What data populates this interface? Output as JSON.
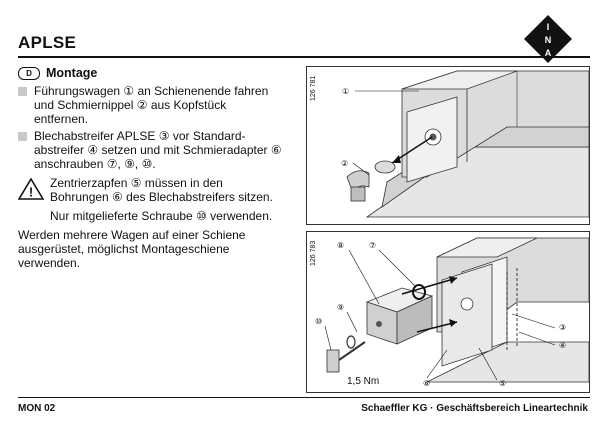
{
  "header": {
    "title": "APLSE",
    "logo_letters": [
      "I",
      "N",
      "A"
    ]
  },
  "section": {
    "lang_code": "D",
    "heading": "Montage"
  },
  "steps": [
    "Führungswagen ① an Schienenende fahren\nund Schmiernippel ② aus Kopfstück\nentfernen.",
    "Blechabstreifer APLSE ③ vor Standard-\nabstreifer ④ setzen und mit Schmieradapter ⑥\nanschrauben ⑦, ⑨, ⑩."
  ],
  "warning": {
    "text": "Zentrierzapfen ⑤ müssen in den\nBohrungen ⑥ des Blechabstreifers sitzen.",
    "note": "Nur mitgelieferte Schraube ⑩ verwenden."
  },
  "paragraph": "Werden mehrere Wagen auf einer Schiene\nausgerüstet, möglichst Montageschiene\nverwenden.",
  "figures": [
    {
      "id": "126 781",
      "callouts": [
        "①",
        "②"
      ]
    },
    {
      "id": "126 783",
      "callouts": [
        "⑧",
        "⑦",
        "⑨",
        "⑩",
        "③",
        "④",
        "⑥",
        "⑤"
      ],
      "torque": "1,5 Nm"
    }
  ],
  "footer": {
    "left": "MON 02",
    "right": "Schaeffler KG · Geschäftsbereich Lineartechnik"
  }
}
